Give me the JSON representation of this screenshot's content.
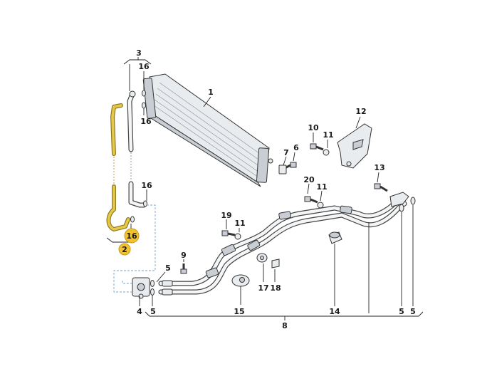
{
  "callouts": [
    {
      "id": "c1",
      "text": "1"
    },
    {
      "id": "c2",
      "text": "2"
    },
    {
      "id": "c3",
      "text": "3"
    },
    {
      "id": "c4",
      "text": "4"
    },
    {
      "id": "c5a",
      "text": "5"
    },
    {
      "id": "c5b",
      "text": "5"
    },
    {
      "id": "c5c",
      "text": "5"
    },
    {
      "id": "c5d",
      "text": "5"
    },
    {
      "id": "c6",
      "text": "6"
    },
    {
      "id": "c7",
      "text": "7"
    },
    {
      "id": "c8",
      "text": "8"
    },
    {
      "id": "c9",
      "text": "9"
    },
    {
      "id": "c10",
      "text": "10"
    },
    {
      "id": "c11a",
      "text": "11"
    },
    {
      "id": "c11b",
      "text": "11"
    },
    {
      "id": "c11c",
      "text": "11"
    },
    {
      "id": "c12",
      "text": "12"
    },
    {
      "id": "c13",
      "text": "13"
    },
    {
      "id": "c14",
      "text": "14"
    },
    {
      "id": "c15",
      "text": "15"
    },
    {
      "id": "c16a",
      "text": "16"
    },
    {
      "id": "c16b",
      "text": "16"
    },
    {
      "id": "c16c",
      "text": "16"
    },
    {
      "id": "c16d",
      "text": "16"
    },
    {
      "id": "c17",
      "text": "17"
    },
    {
      "id": "c18",
      "text": "18"
    },
    {
      "id": "c19",
      "text": "19"
    },
    {
      "id": "c20",
      "text": "20"
    }
  ],
  "colors": {
    "highlight": "#f2c12e",
    "outline": "#222222",
    "part_fill": "#e9ecef",
    "leader_dashed": "#7aa3c8"
  }
}
